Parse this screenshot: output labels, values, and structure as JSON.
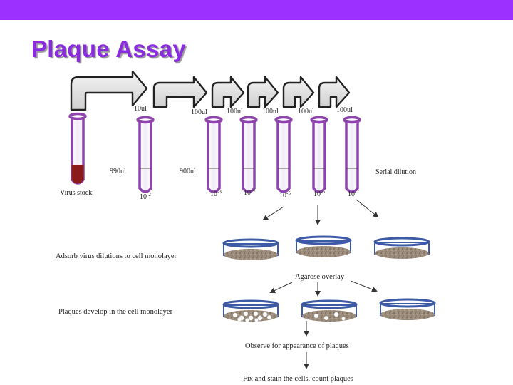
{
  "title": "Plaque Assay",
  "colors": {
    "accent": "#9b30ff",
    "title": "#8a2be2",
    "tube": "#8e44ad",
    "virus": "#8b1a1a"
  },
  "transfer_volumes": [
    "10ul",
    "100ul",
    "100ul",
    "100ul",
    "100ul",
    "100ul"
  ],
  "diluent_volumes": [
    "990ul",
    "900ul"
  ],
  "stock_label": "Virus stock",
  "dilution_base": "10",
  "dilution_exponents": [
    "-2",
    "-3",
    "-4",
    "-5",
    "-6",
    "-7"
  ],
  "serial_label": "Serial dilution",
  "adsorb_label": "Adsorb virus dilutions to cell monolayer",
  "agarose_label": "Agarose overlay",
  "plaques_label": "Plaques develop in the cell monolayer",
  "observe_label": "Observe for appearance of plaques",
  "fix_label": "Fix and stain the cells, count plaques"
}
